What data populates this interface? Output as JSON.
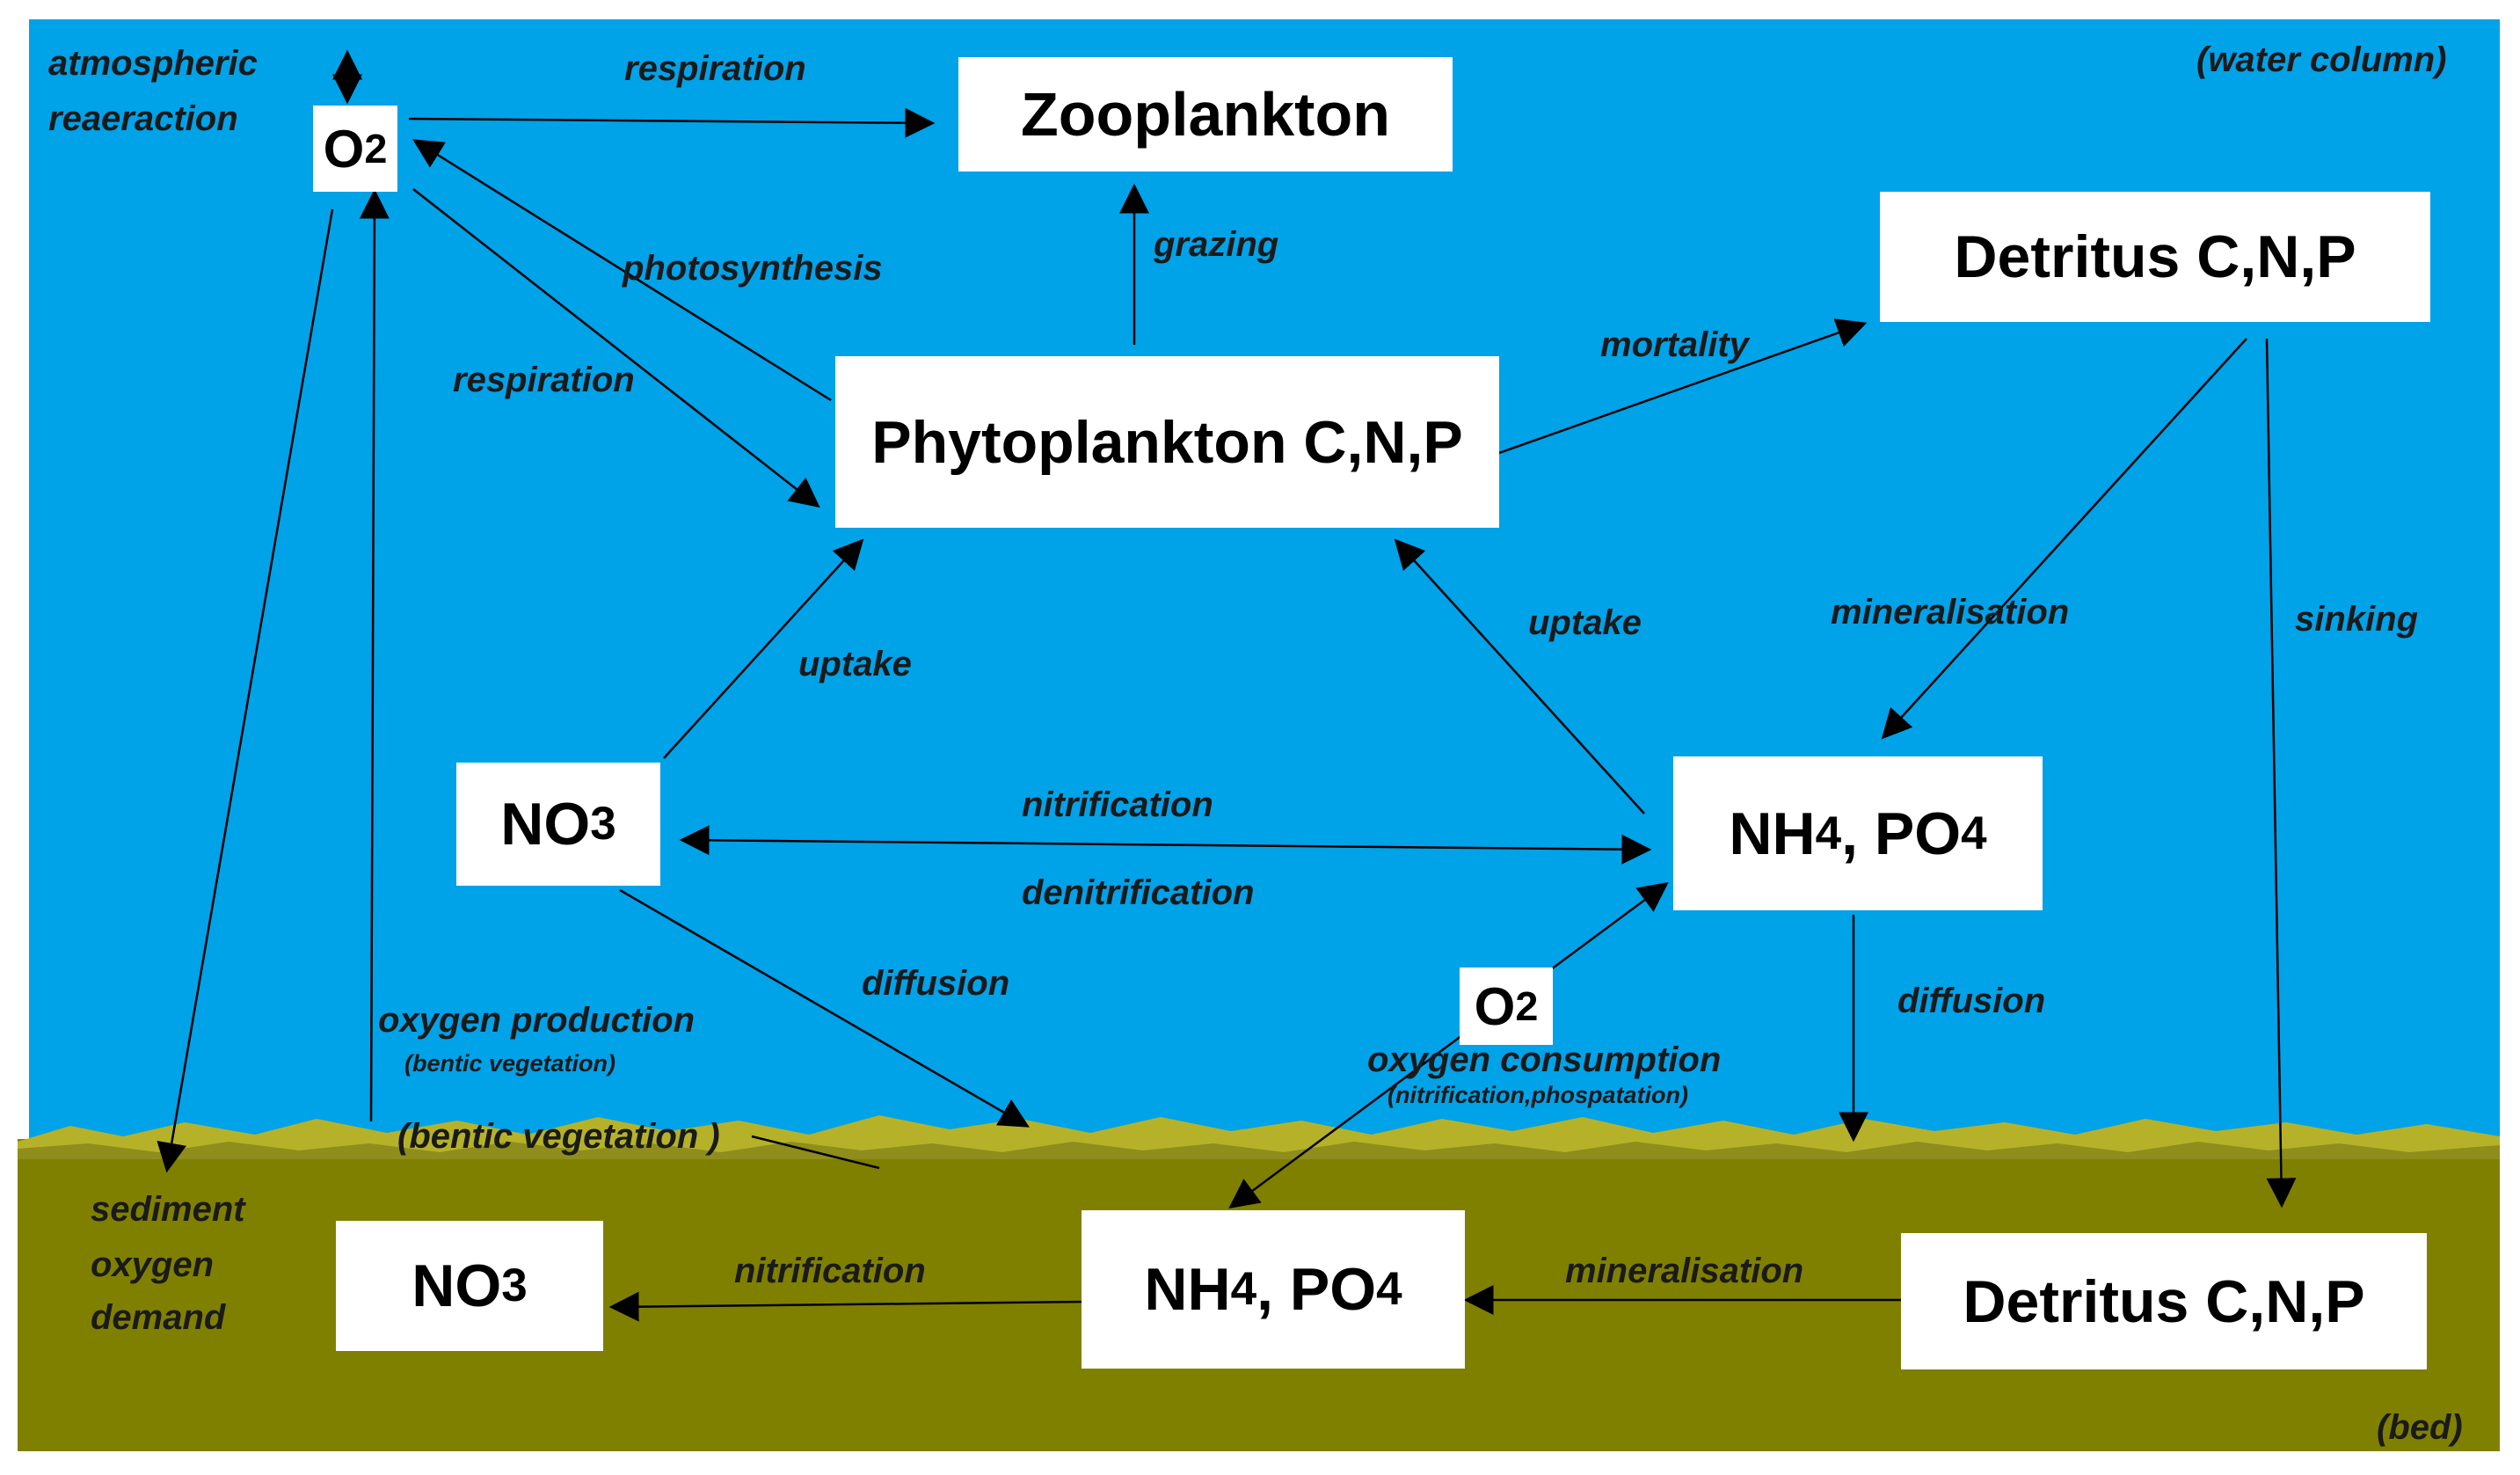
{
  "boxes": {
    "zooplankton": "Zooplankton",
    "detritus_water": "Detritus C,N,P",
    "phytoplankton": "Phytoplankton C,N,P",
    "no3_water": {
      "main": "NO",
      "sub": "3"
    },
    "nh4po4_water": {
      "a": "NH",
      "a_sub": "4",
      "mid": ", PO",
      "b_sub": "4"
    },
    "o2_top": {
      "main": "O",
      "sub": "2"
    },
    "o2_mid": {
      "main": "O",
      "sub": "2"
    },
    "no3_bed": {
      "main": "NO",
      "sub": "3"
    },
    "nh4po4_bed": {
      "a": "NH",
      "a_sub": "4",
      "mid": ", PO",
      "b_sub": "4"
    },
    "detritus_bed": "Detritus C,N,P"
  },
  "labels": {
    "atmospheric": "atmospheric",
    "reaeraction": "reaeraction",
    "respiration_top": "respiration",
    "water_column": "(water column)",
    "photosynthesis": "photosynthesis",
    "grazing": "grazing",
    "respiration_left": "respiration",
    "mortality": "mortality",
    "uptake_left": "uptake",
    "uptake_right": "uptake",
    "mineralisation_water": "mineralisation",
    "sinking": "sinking",
    "nitrification_water": "nitrification",
    "denitrification": "denitrification",
    "diffusion_left": "diffusion",
    "diffusion_right": "diffusion",
    "oxygen_production": "oxygen production",
    "bentic_vegetation_small": "(bentic vegetation)",
    "oxygen_consumption": "oxygen consumption",
    "nitrification_phospatation": "(nitrification,phospatation)",
    "bentic_vegetation": "(bentic vegetation )",
    "sediment": "sediment",
    "oxygen": "oxygen",
    "demand": "demand",
    "nitrification_bed": "nitrification",
    "mineralisation_bed": "mineralisation",
    "bed": "(bed)"
  },
  "colors": {
    "water": "#00a2e8",
    "bed": "#808000",
    "vegetation": "#b5b22a",
    "box": "#ffffff",
    "arrow": "#000000",
    "label": "#1a1a1a"
  }
}
